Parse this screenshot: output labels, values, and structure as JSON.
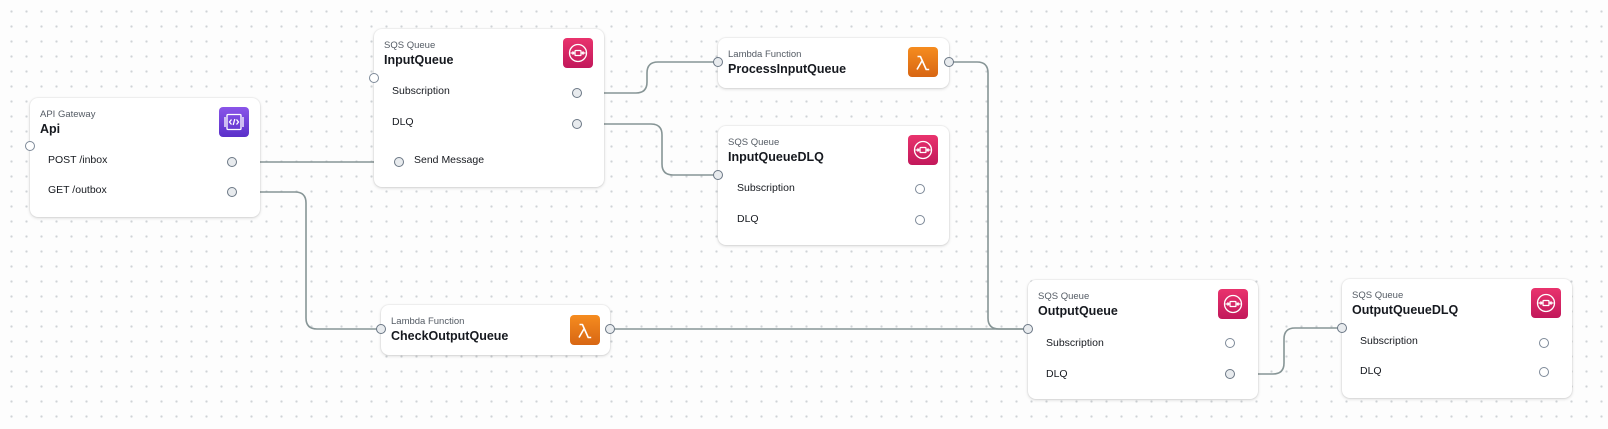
{
  "colors": {
    "wire": "#879596",
    "sqs": "#c7195b",
    "lambda": "#e7780f",
    "apigateway": "#6a3ddb"
  },
  "nodes": {
    "api": {
      "type": "API Gateway",
      "name": "Api",
      "icon": "api-gateway-icon",
      "rows": [
        "POST /inbox",
        "GET /outbox"
      ]
    },
    "input_queue": {
      "type": "SQS Queue",
      "name": "InputQueue",
      "icon": "sqs-queue-icon",
      "rows": [
        "Subscription",
        "DLQ",
        "Send Message"
      ]
    },
    "process_input_queue": {
      "type": "Lambda Function",
      "name": "ProcessInputQueue",
      "icon": "lambda-icon"
    },
    "input_queue_dlq": {
      "type": "SQS Queue",
      "name": "InputQueueDLQ",
      "icon": "sqs-queue-icon",
      "rows": [
        "Subscription",
        "DLQ"
      ]
    },
    "check_output_queue": {
      "type": "Lambda Function",
      "name": "CheckOutputQueue",
      "icon": "lambda-icon"
    },
    "output_queue": {
      "type": "SQS Queue",
      "name": "OutputQueue",
      "icon": "sqs-queue-icon",
      "rows": [
        "Subscription",
        "DLQ"
      ]
    },
    "output_queue_dlq": {
      "type": "SQS Queue",
      "name": "OutputQueueDLQ",
      "icon": "sqs-queue-icon",
      "rows": [
        "Subscription",
        "DLQ"
      ]
    }
  },
  "connections": [
    {
      "from": "Api: POST /inbox",
      "to": "InputQueue: Send Message"
    },
    {
      "from": "Api: GET /outbox",
      "to": "CheckOutputQueue"
    },
    {
      "from": "InputQueue: Subscription",
      "to": "ProcessInputQueue"
    },
    {
      "from": "InputQueue: DLQ",
      "to": "InputQueueDLQ"
    },
    {
      "from": "ProcessInputQueue",
      "to": "OutputQueue"
    },
    {
      "from": "CheckOutputQueue",
      "to": "OutputQueue"
    },
    {
      "from": "OutputQueue: DLQ",
      "to": "OutputQueueDLQ"
    }
  ]
}
